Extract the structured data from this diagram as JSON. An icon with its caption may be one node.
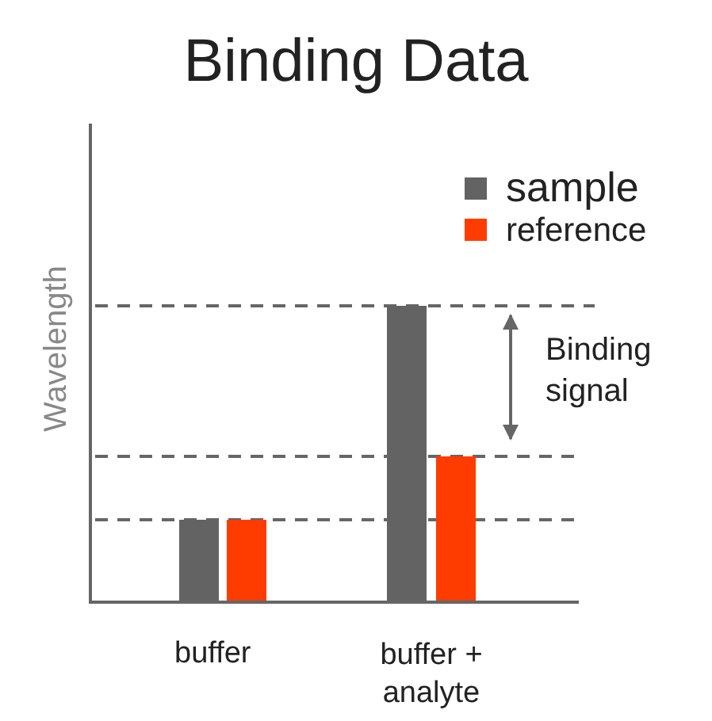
{
  "diagram": {
    "title": "Binding Data",
    "labels": [
      "Wavelength",
      "Binding signal",
      "buffer",
      "buffer + analyte"
    ],
    "legend": [
      {
        "text": "sample",
        "color": "#636363"
      },
      {
        "text": "reference",
        "color": "#ff3c00"
      }
    ]
  }
}
